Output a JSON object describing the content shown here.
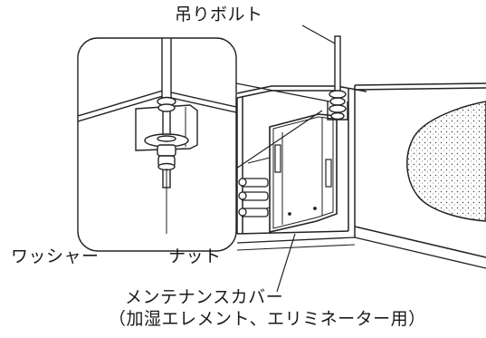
{
  "labels": {
    "hanging_bolt": "吊りボルト",
    "washer": "ワッシャー",
    "nut": "ナット",
    "maintenance_cover": "メンテナンスカバー",
    "maintenance_cover_note": "（加湿エレメント、エリミネーター用）"
  }
}
